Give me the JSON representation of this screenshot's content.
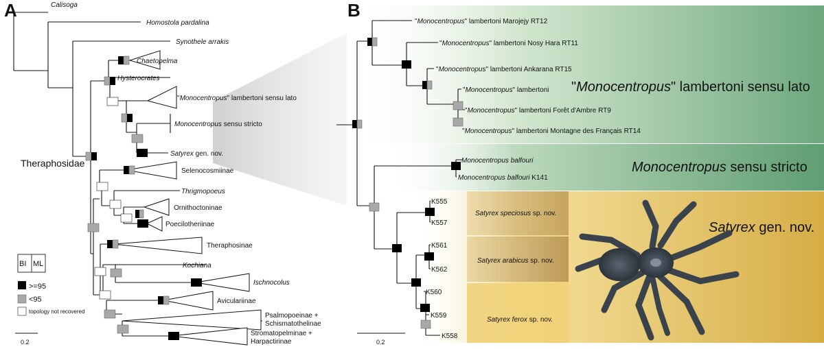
{
  "panels": {
    "a": "A",
    "b": "B"
  },
  "panel_a": {
    "family_label": "Theraphosidae",
    "taxa": {
      "calisoga": "Calisoga",
      "homostola": "Homostola pardalina",
      "synothele": "Synothele arrakis",
      "chaetopelma": "Chaetopelma",
      "hysterocrates": "Hysterocrates",
      "mono_q": "\"",
      "mono_lato_ital": "Monocentropus",
      "mono_lato_rest": "\" lambertoni sensu lato",
      "mono_stricto_ital": "Monocentropus",
      "mono_stricto_rest": " sensu stricto",
      "satyrex_ital": "Satyrex",
      "satyrex_rest": " gen. nov.",
      "selenocosmiinae": "Selenocosmiinae",
      "thrigmopoeus": "Thrigmopoeus",
      "ornithoctoninae": "Ornithoctoninae",
      "poecilotheriinae": "Poecilotheriinae",
      "theraphosinae": "Theraphosinae",
      "kochiana": "Kochiana",
      "ischnocolus": "Ischnocolus",
      "aviculariinae": "Aviculariinae",
      "psalmo_1": "Psalmopoeinae +",
      "psalmo_2": "Schismatothelinae",
      "stromato_1": "Stromatopelminae +",
      "stromato_2": "Harpactirinae"
    },
    "scale": "0.2"
  },
  "legend": {
    "bi": "BI",
    "ml": "ML",
    "high": ">=95",
    "low": "<95",
    "none": "topology not recovered",
    "colors": {
      "high": "#000000",
      "low": "#a8a8a8",
      "none": "#ffffff"
    }
  },
  "panel_b": {
    "q": "\"",
    "genus": "Monocentropus",
    "taxa": {
      "t1": "\" lambertoni Marojejy RT12",
      "t2": "\" lambertoni Nosy Hara RT11",
      "t3": "\" lambertoni Ankarana RT15",
      "t4": "\" lambertoni",
      "t5": "\" lambertoni Forêt d'Ambre RT9",
      "t6": "\" lambertoni Montagne des Français RT14",
      "b1": "Monocentropus balfouri",
      "b2": "Monocentropus balfouri",
      "b2_rest": " K141",
      "k555": "K555",
      "k557": "K557",
      "k561": "K561",
      "k562": "K562",
      "k560": "K560",
      "k559": "K559",
      "k558": "K558"
    },
    "group_labels": {
      "lato_q": "\"",
      "lato_ital": "Monocentropus",
      "lato_rest": "\" lambertoni sensu lato",
      "stricto_ital": "Monocentropus",
      "stricto_rest": " sensu stricto",
      "satyrex_ital": "Satyrex",
      "satyrex_rest": " gen. nov."
    },
    "species": {
      "speciosus_ital": "Satyrex speciosus",
      "speciosus_rest": " sp. nov.",
      "arabicus_ital": "Satyrex arabicus",
      "arabicus_rest": " sp. nov.",
      "ferox_ital": "Satyrex ferox",
      "ferox_rest": " sp. nov."
    },
    "scale": "0.2",
    "colors": {
      "green": "#86b98f",
      "yellow": "#e6c24a",
      "tan": "#c9ab6a"
    }
  }
}
